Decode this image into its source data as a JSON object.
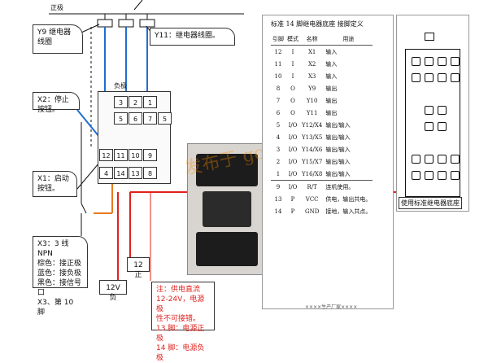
{
  "top_wire": {
    "label": "正极"
  },
  "callouts": {
    "y9": "Y9 继电器线圈",
    "y11": "Y11：继电器线圈。",
    "x2": "X2：停止按钮。",
    "x1": "X1：启动按钮。",
    "x3": [
      "X3：3 线 NPN",
      "棕色：接正极",
      "蓝色：接负极",
      "黑色：接信号口",
      "X3、第 10 脚"
    ],
    "supply_plus": "12 正",
    "supply_minus": "12V 负",
    "note": [
      "注：供电直流",
      "12-24V，电源极",
      "性不可接错。",
      "13 脚：电源正极",
      "14 脚：电源负极"
    ]
  },
  "relay_label": "负极",
  "relay_pins": [
    {
      "n": "3"
    },
    {
      "n": "2"
    },
    {
      "n": "1"
    },
    {
      "n": "5"
    },
    {
      "n": "6"
    },
    {
      "n": "7"
    },
    {
      "n": "5"
    },
    {
      "n": "12"
    },
    {
      "n": "11"
    },
    {
      "n": "10"
    },
    {
      "n": "9"
    },
    {
      "n": "4"
    },
    {
      "n": "14"
    },
    {
      "n": "13"
    },
    {
      "n": "8"
    }
  ],
  "pin_table": {
    "title": "标准 14 脚继电器底座 接脚定义",
    "headers": [
      "引脚",
      "模式",
      "名称",
      "用途"
    ],
    "rows": [
      [
        "12",
        "I",
        "X1",
        "输入"
      ],
      [
        "11",
        "I",
        "X2",
        "输入"
      ],
      [
        "10",
        "I",
        "X3",
        "输入"
      ],
      [
        "8",
        "O",
        "Y9",
        "输出"
      ],
      [
        "7",
        "O",
        "Y10",
        "输出"
      ],
      [
        "6",
        "O",
        "Y11",
        "输出"
      ],
      [
        "5",
        "I/O",
        "Y12/X4",
        "输出/输入"
      ],
      [
        "4",
        "I/O",
        "Y13/X5",
        "输出/输入"
      ],
      [
        "3",
        "I/O",
        "Y14/X6",
        "输出/输入"
      ],
      [
        "2",
        "I/O",
        "Y15/X7",
        "输出/输入"
      ],
      [
        "1",
        "I/O",
        "Y16/X8",
        "输出/输入"
      ],
      [
        "9",
        "I/O",
        "R/T",
        "连机使用。"
      ],
      [
        "13",
        "P",
        "VCC",
        "供电，输出共电。"
      ],
      [
        "14",
        "P",
        "GND",
        "接地，输入共点。"
      ]
    ],
    "footer": "××××生产厂家××××"
  },
  "socket_label": "使用标准继电器底座",
  "watermark": "发布于 go0do",
  "colors": {
    "red": "#e0211d",
    "blue": "#1f6fd1",
    "black": "#111111",
    "orange": "#e87a1e"
  }
}
